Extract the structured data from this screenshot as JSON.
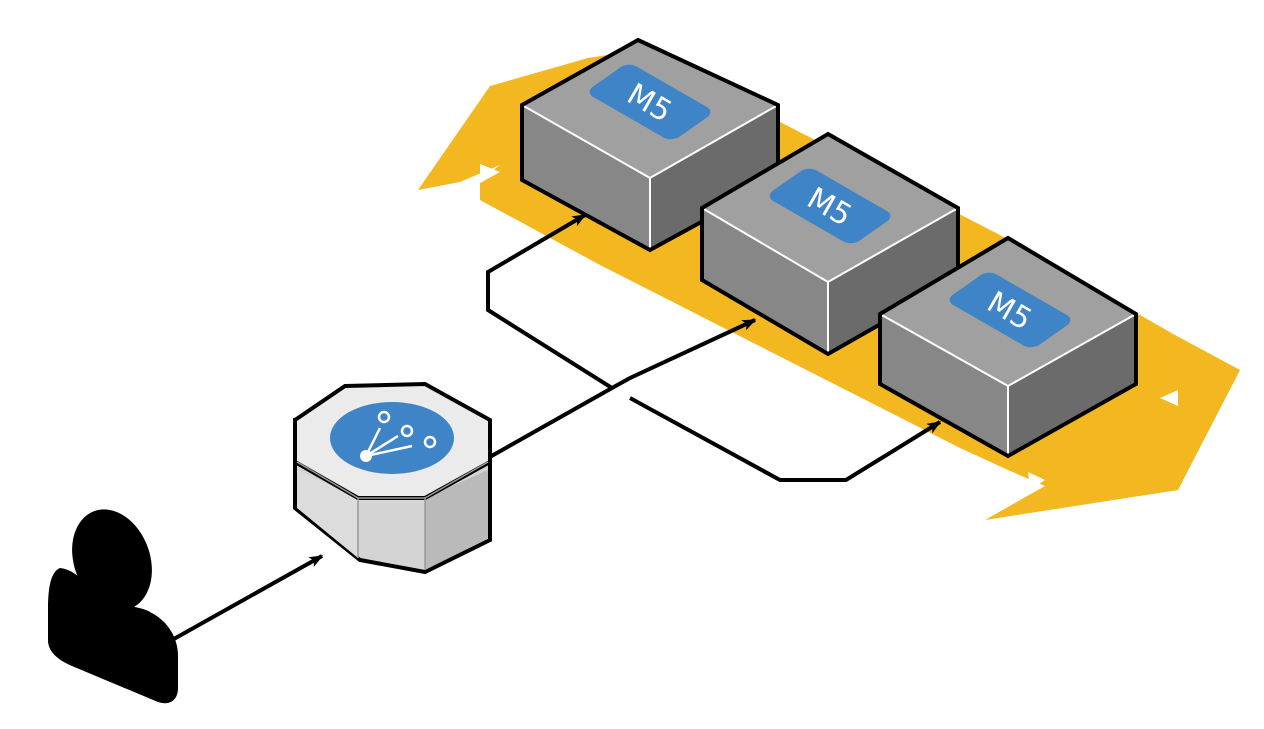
{
  "diagram": {
    "title": "",
    "colors": {
      "scaling_arrow": "#F3B71F",
      "instance_top": "#A0A0A0",
      "instance_left": "#878787",
      "instance_right": "#6B6B6B",
      "badge": "#3F84C6",
      "hub_top": "#EBEBEB",
      "hub_side": "#D4D4D4",
      "outline": "#000000"
    },
    "nodes": [
      {
        "id": "user",
        "type": "user-icon",
        "label": ""
      },
      {
        "id": "load-balancer",
        "type": "load-balancer-icon",
        "label": ""
      },
      {
        "id": "instance-1",
        "type": "instance",
        "label": "M5"
      },
      {
        "id": "instance-2",
        "type": "instance",
        "label": "M5"
      },
      {
        "id": "instance-3",
        "type": "instance",
        "label": "M5"
      }
    ],
    "edges": [
      {
        "from": "user",
        "to": "load-balancer"
      },
      {
        "from": "load-balancer",
        "to": "instance-1"
      },
      {
        "from": "load-balancer",
        "to": "instance-2"
      },
      {
        "from": "load-balancer",
        "to": "instance-3"
      }
    ],
    "group": {
      "type": "auto-scaling-arrow",
      "direction": "bidirectional"
    }
  }
}
